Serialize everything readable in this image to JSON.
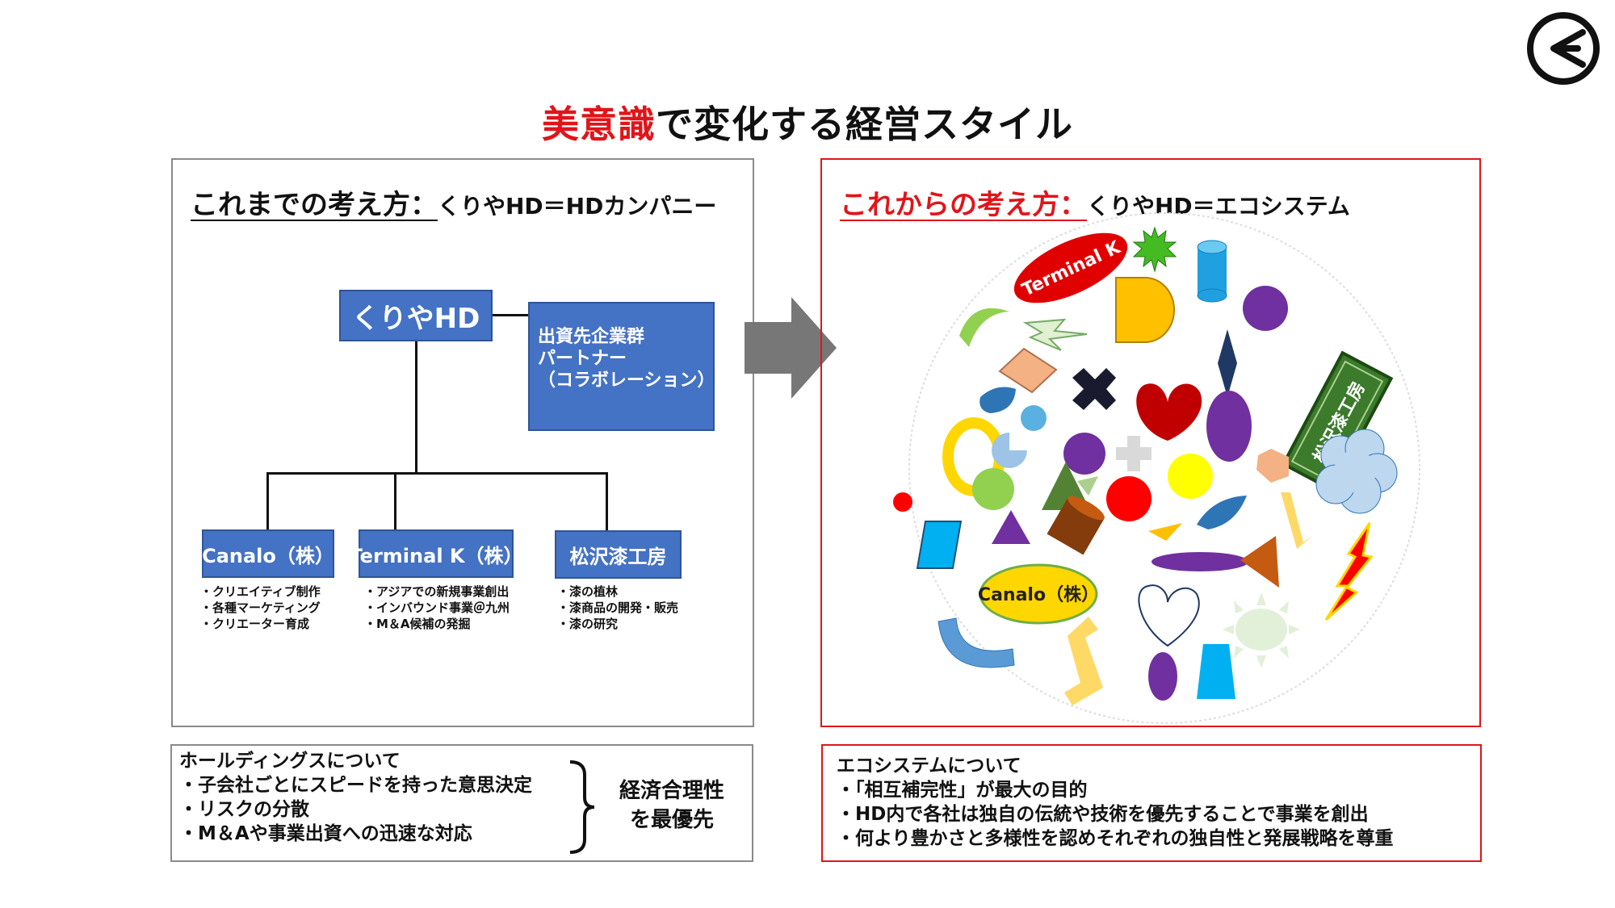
{
  "title": {
    "highlight": "美意識",
    "rest": "で変化する経営スタイル"
  },
  "left_panel": {
    "heading": "これまでの考え方：",
    "subheading": "くりやHD＝HDカンパニー",
    "hd_box": "くりやHD",
    "partner_lines": [
      "出資先企業群",
      "パートナー",
      "（コラボレーション）"
    ],
    "subsidiaries": [
      {
        "name": "Canalo（株）",
        "bullets": [
          "・クリエイティブ制作",
          "・各種マーケティング",
          "・クリエーター育成"
        ]
      },
      {
        "name": "Terminal K（株）",
        "bullets": [
          "・アジアでの新規事業創出",
          "・インバウンド事業＠九州",
          "・M＆A候補の発掘"
        ]
      },
      {
        "name": "松沢漆工房",
        "bullets": [
          "・漆の植林",
          "・漆商品の開発・販売",
          "・漆の研究"
        ]
      }
    ]
  },
  "right_panel": {
    "heading": "これからの考え方：",
    "subheading": "くりやHD＝エコシステム",
    "ellipse_terminal": "Terminal K",
    "rect_matsuzawa": "松沢漆工房",
    "ellipse_canalo": "Canalo（株）"
  },
  "bottom_left": {
    "title": "ホールディングスについて",
    "bullets": [
      "・子会社ごとにスピードを持った意思決定",
      "・リスクの分散",
      "・M＆Aや事業出資への迅速な対応"
    ],
    "conclusion": [
      "経済合理性",
      "を最優先"
    ]
  },
  "bottom_right": {
    "title": "エコシステムについて",
    "bullets": [
      "・「相互補完性」が最大の目的",
      "・HD内で各社は独自の伝統や技術を優先することで事業を創出",
      "・何より豊かさと多様性を認めそれぞれの独自性と発展戦略を尊重"
    ]
  },
  "colors": {
    "accent_red": "#e0151a",
    "box_blue": "#4472c4",
    "arrow_gray": "#777777"
  }
}
